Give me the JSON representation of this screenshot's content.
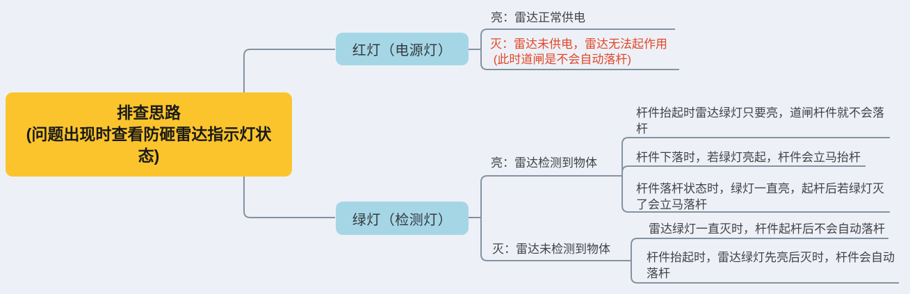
{
  "canvas": {
    "background_color": "#EDF1F7",
    "connector_color": "#8491A1"
  },
  "root": {
    "label_lines": [
      "排查思路",
      "(问题出现时查看防砸雷达指示灯状",
      "态)"
    ],
    "fill_color": "#FBC42C",
    "text_color": "#1A1A1A"
  },
  "branches": [
    {
      "label": "红灯（电源灯）",
      "fill_color": "#A5D6E6",
      "children": [
        {
          "label": "亮：雷达正常供电",
          "text_color": "#404346"
        },
        {
          "label_lines": [
            "灭：雷达未供电，雷达无法起作用",
            " (此时道闸是不会自动落杆)"
          ],
          "text_color": "#E2472A"
        }
      ]
    },
    {
      "label": "绿灯（检测灯）",
      "fill_color": "#A5D6E6",
      "children": [
        {
          "label": "亮：雷达检测到物体",
          "text_color": "#404346",
          "children": [
            {
              "label_lines": [
                "杆件抬起时雷达绿灯只要亮，道闸杆件就不会落",
                "杆"
              ]
            },
            {
              "label": "杆件下落时，若绿灯亮起，杆件会立马抬杆"
            },
            {
              "label_lines": [
                "杆件落杆状态时，绿灯一直亮，起杆后若绿灯灭",
                "了会立马落杆"
              ]
            }
          ]
        },
        {
          "label": "灭：雷达未检测到物体",
          "text_color": "#404346",
          "children": [
            {
              "label": "雷达绿灯一直灭时，杆件起杆后不会自动落杆"
            },
            {
              "label_lines": [
                "杆件抬起时，雷达绿灯先亮后灭时，杆件会自动",
                "落杆"
              ]
            }
          ]
        }
      ]
    }
  ]
}
